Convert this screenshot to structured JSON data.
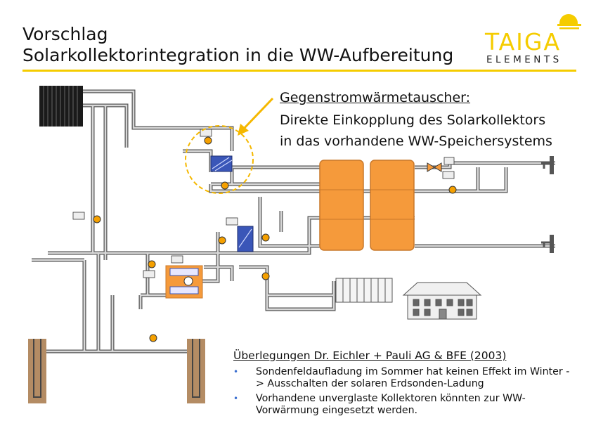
{
  "title": {
    "line1": "Vorschlag",
    "line2": "Solarkollektorintegration in die WW-Aufbereitung"
  },
  "logo": {
    "brand": "TAIGA",
    "sub": "ELEMENTS",
    "color": "#f5cc00"
  },
  "callout": {
    "heading": "Gegenstromwärmetauscher:",
    "line1": "Direkte Einkopplung des Solarkollektors",
    "line2": "in das vorhandene WW-Speichersystems"
  },
  "notes": {
    "title": "Überlegungen Dr. Eichler + Pauli AG & BFE (2003)",
    "bullets": [
      "Sondenfeldaufladung im Sommer hat keinen Effekt im Winter -> Ausschalten der solaren Erdsonden-Ladung",
      "Vorhandene unverglaste Kollektoren könnten zur WW-Vorwärmung eingesetzt werden."
    ]
  },
  "colors": {
    "accent": "#f5cc00",
    "tank": "#f59a3b",
    "pipe_fill": "#d8d8d8",
    "bullet": "#3b6fd0"
  }
}
